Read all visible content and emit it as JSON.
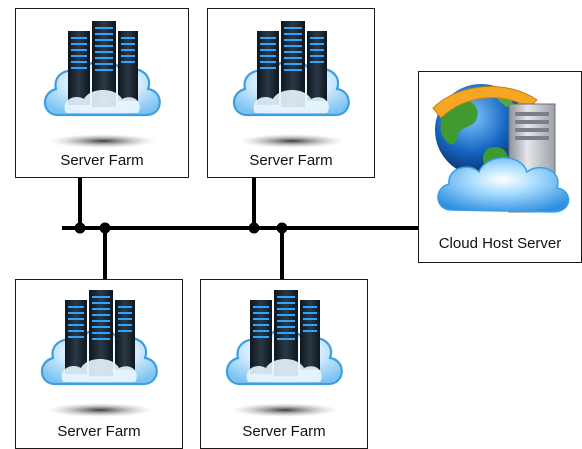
{
  "nodes": {
    "farm_top_left": {
      "label": "Server Farm"
    },
    "farm_top_mid": {
      "label": "Server Farm"
    },
    "farm_bottom_left": {
      "label": "Server Farm"
    },
    "farm_bottom_mid": {
      "label": "Server Farm"
    },
    "cloud_host": {
      "label": "Cloud Host Server"
    }
  },
  "colors": {
    "line": "#000000",
    "cloud_light": "#eaf6ff",
    "cloud_mid": "#9fd3f7",
    "cloud_edge": "#3e9fe0",
    "rack_dark": "#1b2530",
    "rack_led": "#2fa4ff",
    "globe_blue": "#1565c0",
    "globe_green": "#3f9b2f",
    "tower_gray": "#c9ccd1"
  }
}
